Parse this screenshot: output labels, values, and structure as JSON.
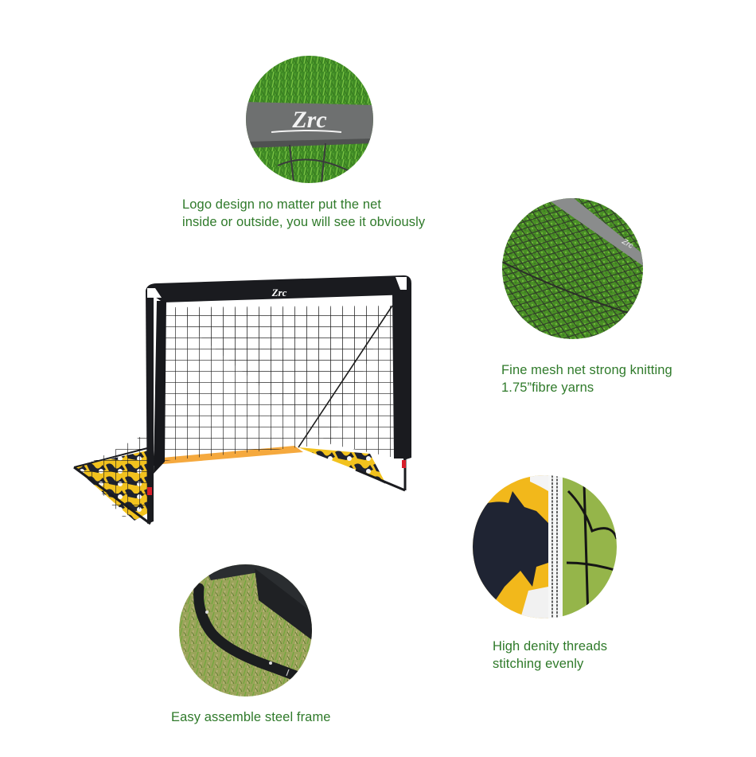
{
  "brand": {
    "logo_text": "Zrc"
  },
  "colors": {
    "caption_text": "#2f7a2a",
    "grass": "#4e9a2c",
    "strap_gray": "#6d6f70",
    "frame_black": "#1b1c20",
    "camo_yellow": "#f2b81b",
    "camo_black": "#1e2230",
    "field_green": "#95b54a"
  },
  "features": [
    {
      "id": "logo",
      "icon": "logo-closeup-photo",
      "lines": [
        "Logo design  no matter  put the net",
        "inside or outside, you will see it  obviously"
      ]
    },
    {
      "id": "mesh",
      "icon": "net-mesh-closeup-photo",
      "lines": [
        "Fine mesh net strong knitting",
        "1.75”fibre yarns"
      ]
    },
    {
      "id": "stitching",
      "icon": "stitching-closeup-photo",
      "lines": [
        "High denity threads",
        "stitching evenly"
      ]
    },
    {
      "id": "frame",
      "icon": "steel-frame-closeup-photo",
      "lines": [
        "Easy assemble steel frame"
      ]
    }
  ],
  "product": {
    "name": "soccer-goal",
    "logo_text": "Zrc"
  }
}
